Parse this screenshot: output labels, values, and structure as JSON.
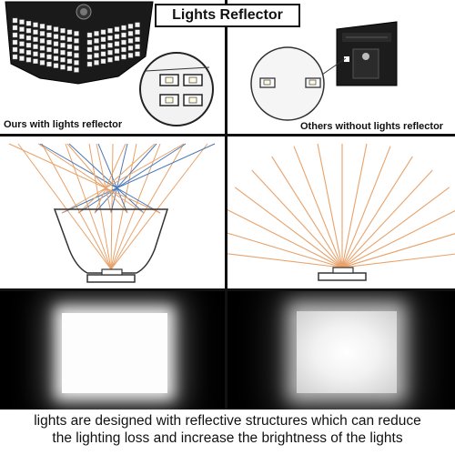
{
  "title": "Lights Reflector",
  "captions": {
    "left": "Ours with lights reflector",
    "right": "Others without lights reflector"
  },
  "footer": {
    "line1": "lights are designed with reflective structures  which can reduce",
    "line2": "the lighting loss and increase the brightness of the lights"
  },
  "colors": {
    "ray_orange": "#e8a26a",
    "ray_blue": "#4a7ab8",
    "panel_dark": "#000000",
    "frame_black": "#111111"
  },
  "icons": [
    "solar-light-icon",
    "led-closeup-icon",
    "motion-sensor-icon"
  ]
}
